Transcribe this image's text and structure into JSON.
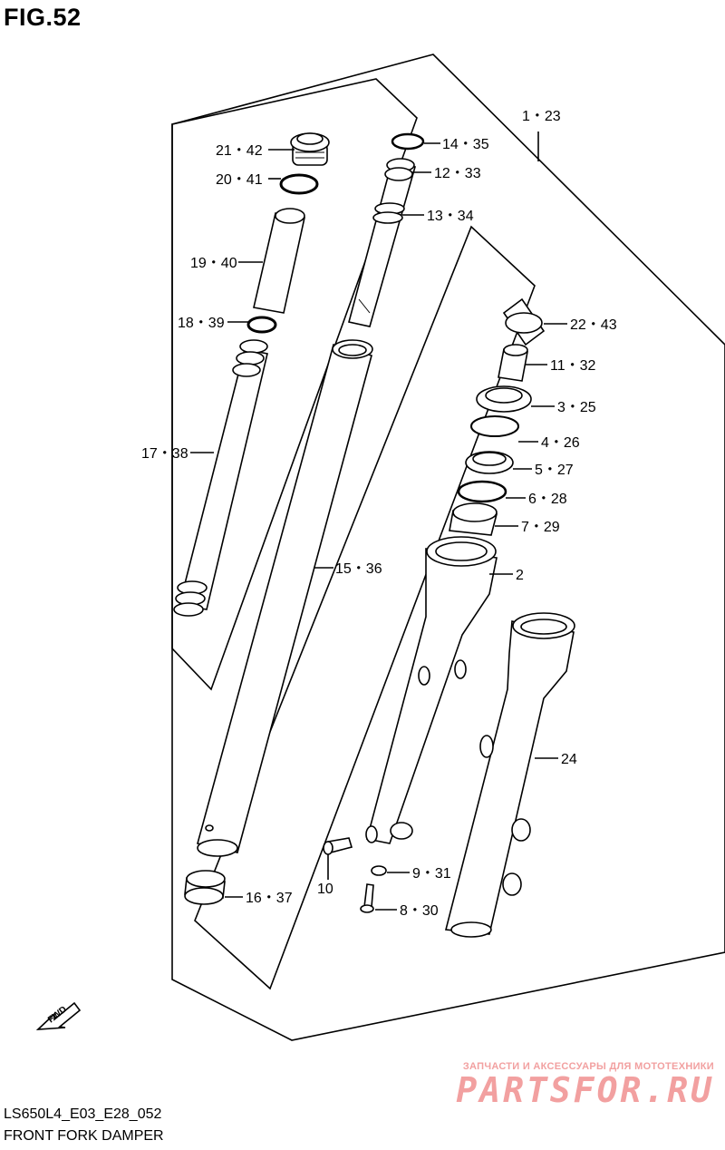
{
  "figure": {
    "title": "FIG.52"
  },
  "footer": {
    "code": "LS650L4_E03_E28_052",
    "name": "FRONT FORK DAMPER"
  },
  "watermark": {
    "tagline": "ЗАПЧАСТИ И АКСЕССУАРЫ ДЛЯ МОТОТЕХНИКИ",
    "logo": "PARTSFOR.RU",
    "color": "#f2a0a0"
  },
  "direction": {
    "label": "FWD"
  },
  "callouts": [
    {
      "id": "1",
      "label": "1・23"
    },
    {
      "id": "21",
      "label": "21・42"
    },
    {
      "id": "14",
      "label": "14・35"
    },
    {
      "id": "20",
      "label": "20・41"
    },
    {
      "id": "12",
      "label": "12・33"
    },
    {
      "id": "13",
      "label": "13・34"
    },
    {
      "id": "19",
      "label": "19・40"
    },
    {
      "id": "18",
      "label": "18・39"
    },
    {
      "id": "22",
      "label": "22・43"
    },
    {
      "id": "11",
      "label": "11・32"
    },
    {
      "id": "3",
      "label": "3・25"
    },
    {
      "id": "4",
      "label": "4・26"
    },
    {
      "id": "17",
      "label": "17・38"
    },
    {
      "id": "5",
      "label": "5・27"
    },
    {
      "id": "6",
      "label": "6・28"
    },
    {
      "id": "7",
      "label": "7・29"
    },
    {
      "id": "15",
      "label": "15・36"
    },
    {
      "id": "2",
      "label": "2"
    },
    {
      "id": "24",
      "label": "24"
    },
    {
      "id": "9",
      "label": "9・31"
    },
    {
      "id": "10",
      "label": "10"
    },
    {
      "id": "16",
      "label": "16・37"
    },
    {
      "id": "8",
      "label": "8・30"
    }
  ]
}
